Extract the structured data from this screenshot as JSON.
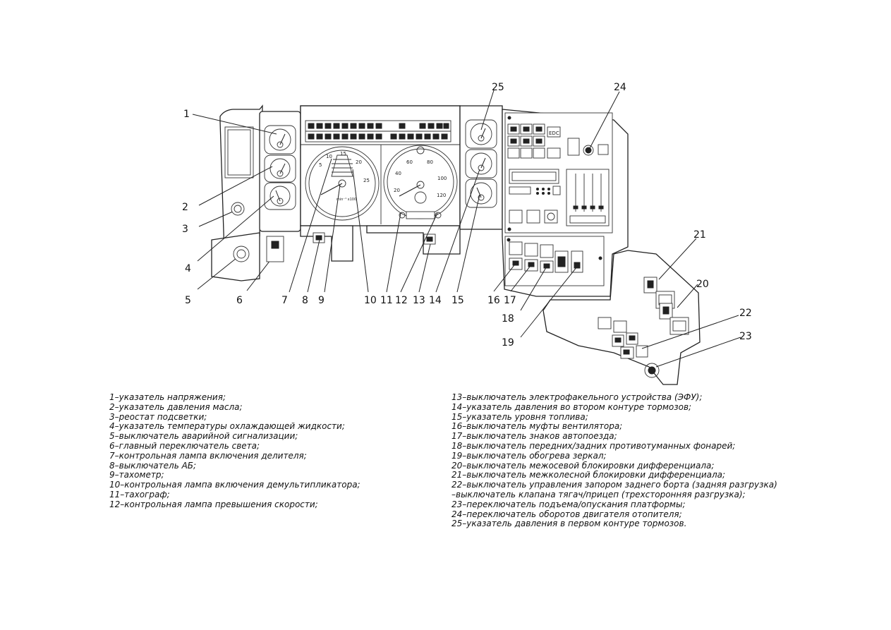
{
  "callouts": {
    "c1": "1",
    "c2": "2",
    "c3": "3",
    "c4": "4",
    "c5": "5",
    "c6": "6",
    "c7": "7",
    "c8": "8",
    "c9": "9",
    "c10": "10",
    "c11": "11",
    "c12": "12",
    "c13": "13",
    "c14": "14",
    "c15": "15",
    "c16": "16",
    "c17": "17",
    "c18": "18",
    "c19": "19",
    "c20": "20",
    "c21": "21",
    "c22": "22",
    "c23": "23",
    "c24": "24",
    "c25": "25"
  },
  "gauges": {
    "tachometer_ticks": [
      "5",
      "10",
      "15",
      "20",
      "25"
    ],
    "tachometer_unit": "min⁻¹ x100",
    "speedometer_ticks": [
      "20",
      "40",
      "60",
      "80",
      "100",
      "120"
    ],
    "edc_label": "EDC"
  },
  "legend": {
    "left": [
      "1–указатель напряжения;",
      "2–указатель давления масла;",
      "3–реостат подсветки;",
      "4–указатель температуры охлаждающей жидкости;",
      "5–выключатель аварийной сигнализации;",
      "6–главный переключатель света;",
      "7–контрольная лампа включения делителя;",
      "8–выключатель АБ;",
      "9–тахометр;",
      "10–контрольная лампа включения демультипликатора;",
      "11–тахограф;",
      "12–контрольная лампа превышения скорости;"
    ],
    "right": [
      "13–выключатель электрофакельного устройства (ЭФУ);",
      "14–указатель давления во втором контуре тормозов;",
      "15–указатель уровня топлива;",
      "16–выключатель муфты вентилятора;",
      "17–выключатель знаков автопоезда;",
      "18–выключатель передних/задних противотуманных фонарей;",
      "19–выключатель обогрева зеркал;",
      "20–выключатель межосевой блокировки дифференциала;",
      " 21–выключатель межколесной блокировки дифференциала;",
      "22–выключатель управления запором заднего борта (задняя разгрузка)",
      "  –выключатель клапана тягач/прицеп (трехсторонняя разгрузка);",
      "23–переключатель подъема/опускания платформы;",
      "24–переключатель оборотов двигателя отопителя;",
      "25–указатель давления в первом контуре тормозов."
    ]
  }
}
